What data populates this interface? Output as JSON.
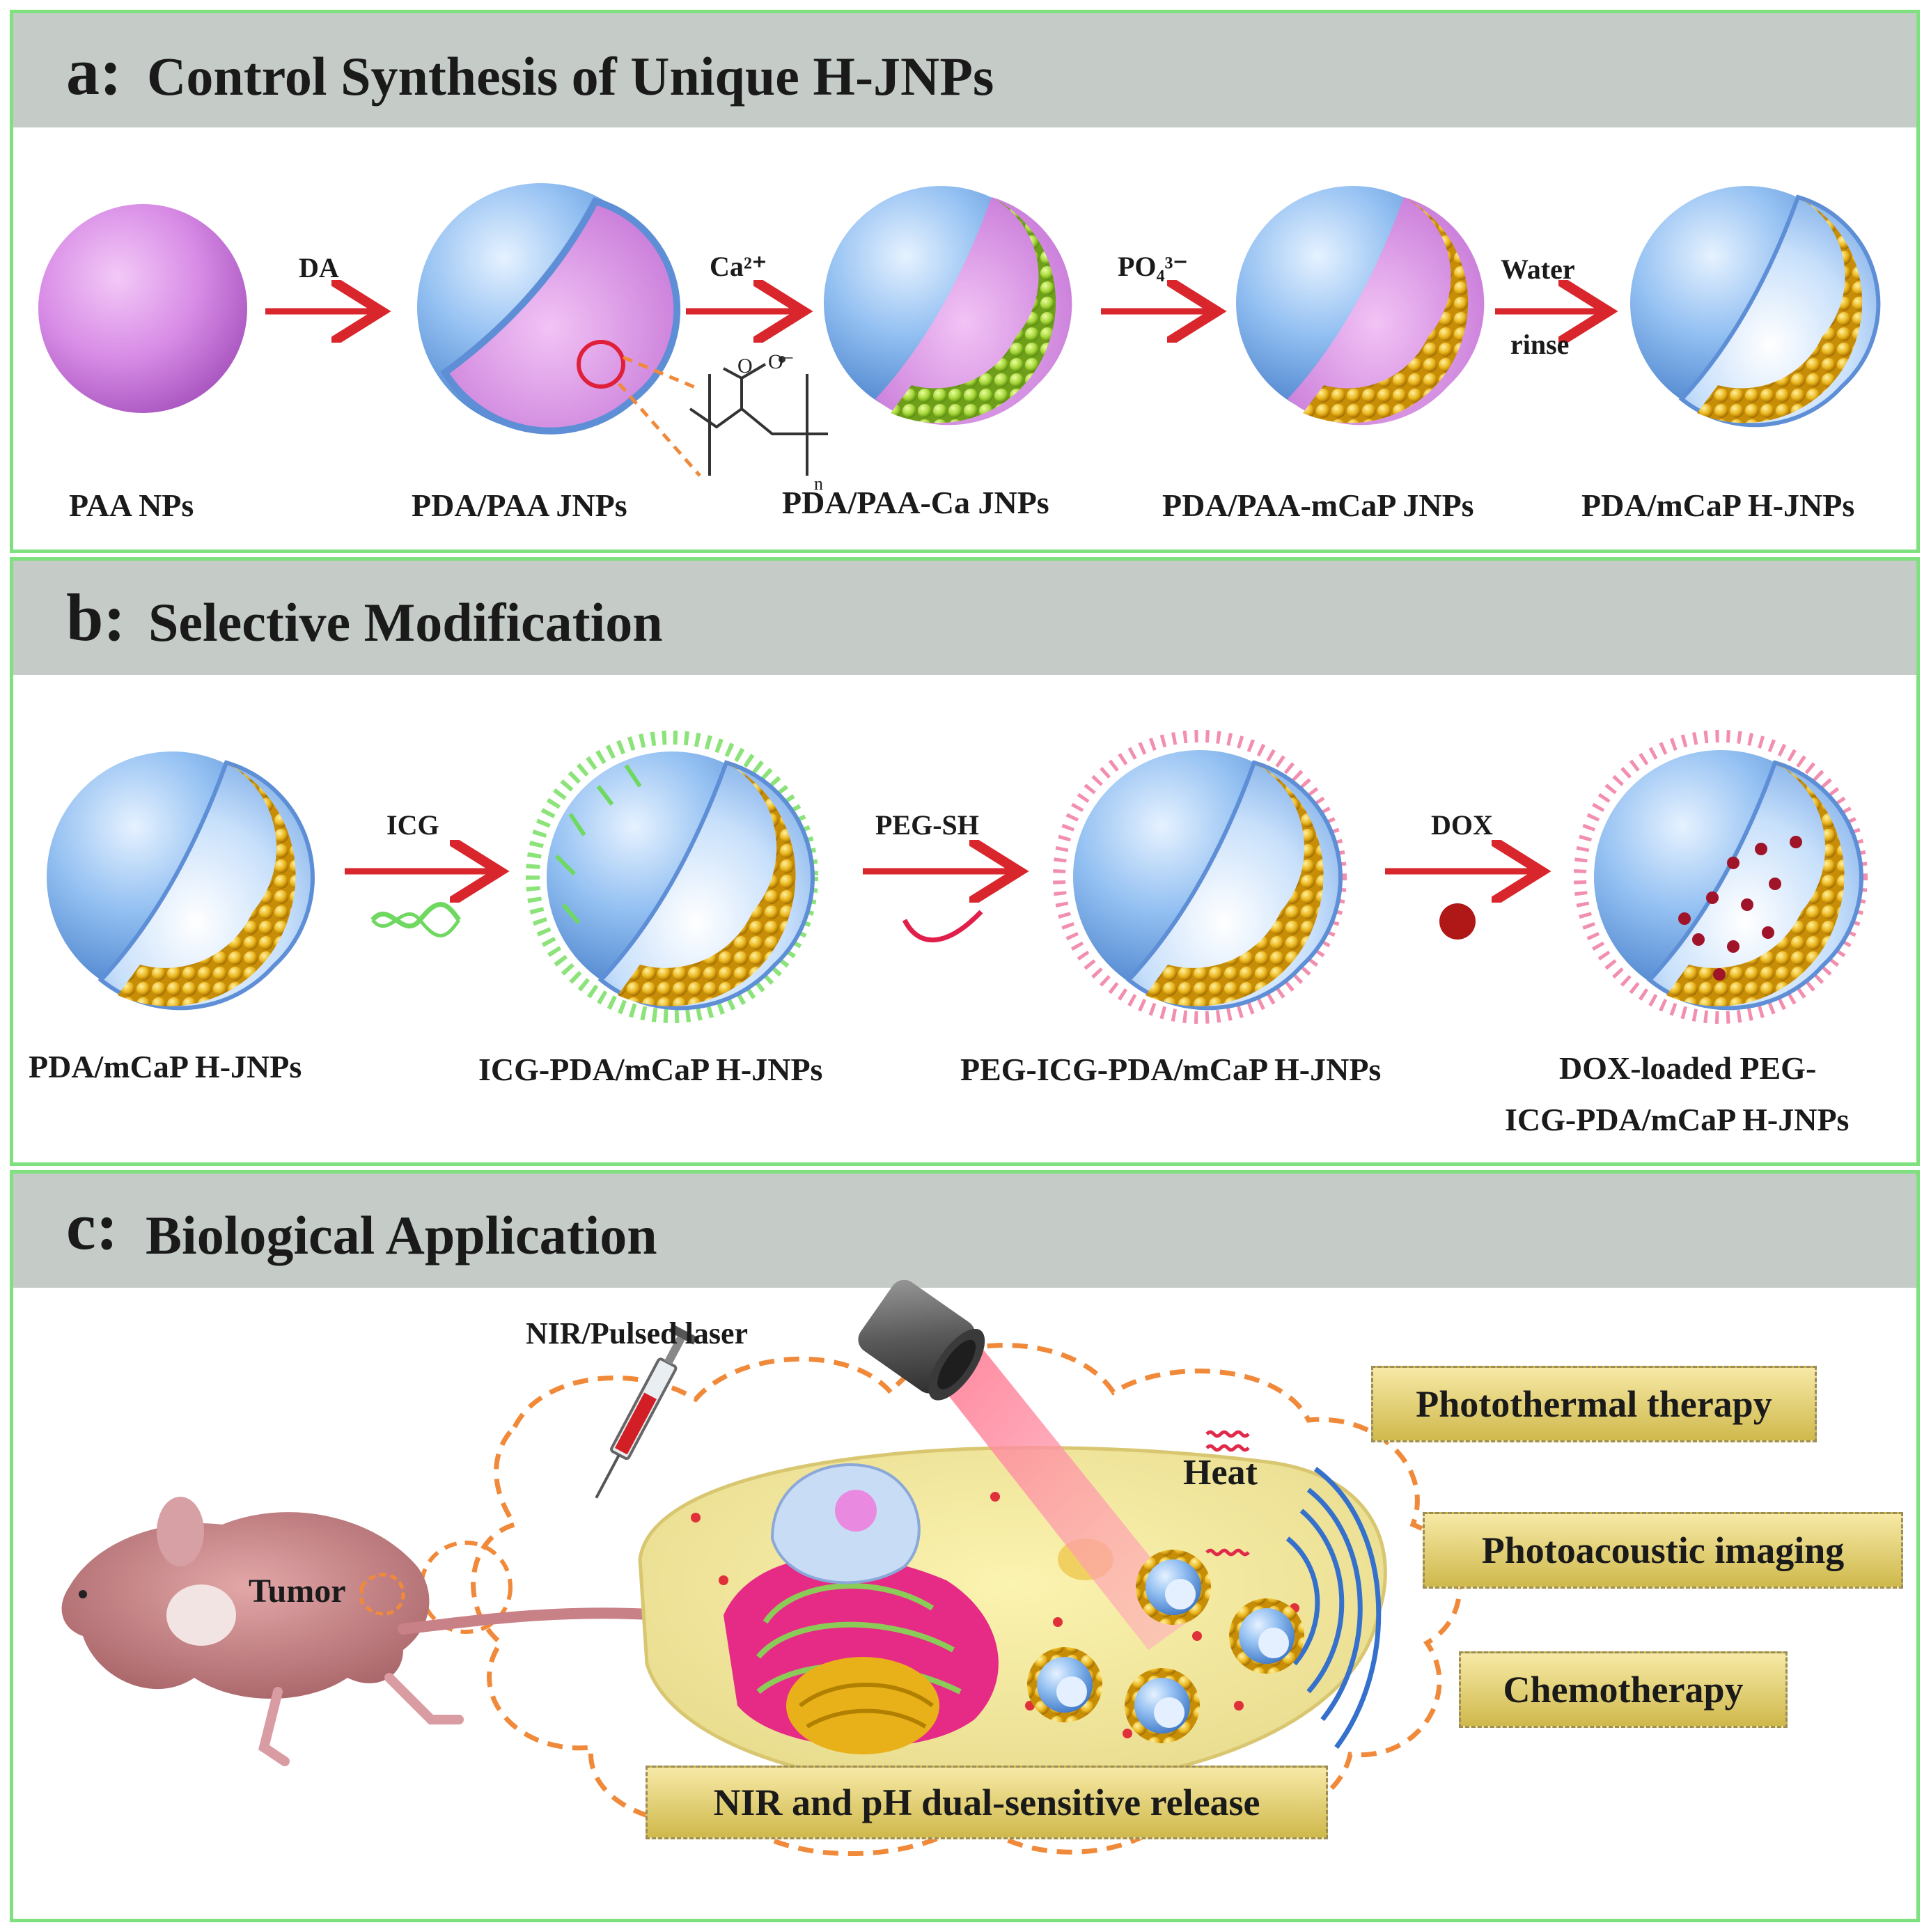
{
  "panel_a": {
    "letter": "a:",
    "title": "Control Synthesis of Unique H-JNPs",
    "labels": [
      "PAA NPs",
      "PDA/PAA JNPs",
      "PDA/PAA-Ca JNPs",
      "PDA/PAA-mCaP JNPs",
      "PDA/mCaP H-JNPs"
    ],
    "arrows": [
      "DA",
      "Ca²⁺",
      "PO₄³⁻",
      "Water",
      "rinse"
    ],
    "chem_n": "n"
  },
  "panel_b": {
    "letter": "b:",
    "title": "Selective Modification",
    "labels": [
      "PDA/mCaP H-JNPs",
      "ICG-PDA/mCaP H-JNPs",
      "PEG-ICG-PDA/mCaP H-JNPs",
      "DOX-loaded PEG-",
      "ICG-PDA/mCaP H-JNPs"
    ],
    "arrows": [
      "ICG",
      "PEG-SH",
      "DOX"
    ]
  },
  "panel_c": {
    "letter": "c:",
    "title": "Biological Application",
    "laser_label": "NIR/Pulsed laser",
    "tumor_label": "Tumor",
    "heat_label": "Heat",
    "boxes": [
      "Photothermal therapy",
      "Photoacoustic imaging",
      "Chemotherapy"
    ],
    "release_label": "NIR and pH dual-sensitive release"
  },
  "colors": {
    "panel_border": "#7fe07f",
    "header_bg": "#c5ccc8",
    "arrow_red": "#d9262c",
    "pda_blue": "#7fb0ec",
    "paa_pink": "#d88ce6",
    "cap_gold": "#e8b11a",
    "ca_green": "#a8d838"
  }
}
